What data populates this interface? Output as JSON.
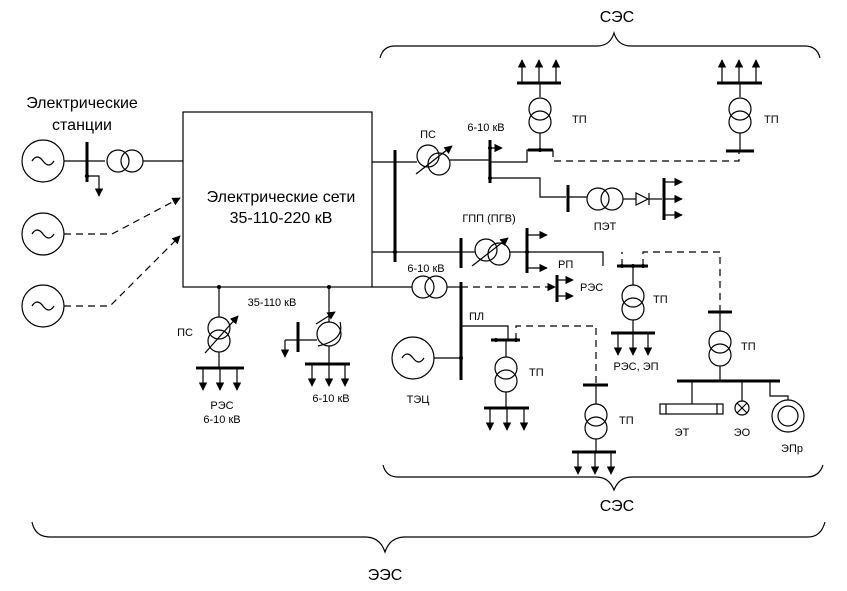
{
  "labels": {
    "ses_top": "СЭС",
    "ses_bottom": "СЭС",
    "ees": "ЭЭС",
    "stations_line1": "Электрические",
    "stations_line2": "станции",
    "networks_line1": "Электрические сети",
    "networks_line2": "35-110-220 кВ",
    "ps_right": "ПС",
    "ps_left": "ПС",
    "kv_6_10_top": "6-10 кВ",
    "kv_6_10_mid": "6-10 кВ",
    "kv_6_10_bottom": "6-10 кВ",
    "kv_35_110": "35-110 кВ",
    "tp1": "ТП",
    "tp2": "ТП",
    "tp3": "ТП",
    "tp4": "ТП",
    "tp5": "ТП",
    "tp6": "ТП",
    "pet": "ПЭТ",
    "gpp": "ГПП (ПГВ)",
    "rp": "РП",
    "res_right": "РЭС",
    "res_ep": "РЭС, ЭП",
    "res_left_line1": "РЭС",
    "res_left_line2": "6-10 кВ",
    "pl": "ПЛ",
    "tec": "ТЭЦ",
    "et": "ЭТ",
    "eo": "ЭО",
    "epr": "ЭПр"
  }
}
